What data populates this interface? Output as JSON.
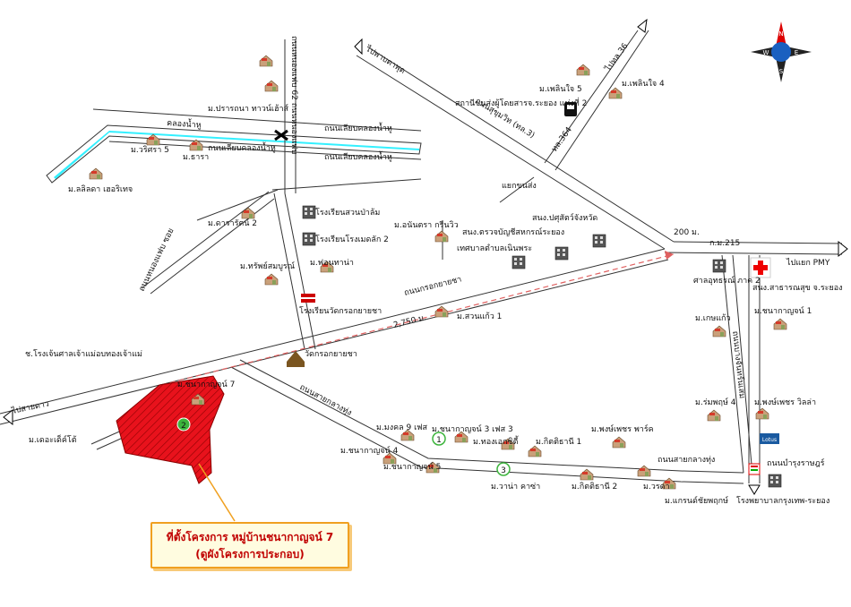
{
  "map": {
    "place_labels": [
      {
        "key": "prarom",
        "text": "ม.ปรารถนา ทาวน์เฮ้าส์"
      },
      {
        "key": "warisra",
        "text": "ม.วริศรา 5"
      },
      {
        "key": "tara",
        "text": "ม.ธารา"
      },
      {
        "key": "lalada",
        "text": "ม.ลลิลดา เฮอริเทจ"
      },
      {
        "key": "lalin5",
        "text": "ม.เพลินใจ 5"
      },
      {
        "key": "lalin4",
        "text": "ม.เพลินใจ 4"
      },
      {
        "key": "bus",
        "text": "สถานีขนส่งผู้โดยสารจ.ระยอง แห่งที่ 2"
      },
      {
        "key": "dararat",
        "text": "ม.ดารารัตน์ 2"
      },
      {
        "key": "sapchok",
        "text": "ม.ทรัพย์สมบูรณ์"
      },
      {
        "key": "fontara",
        "text": "ม.ฟอนทาน่า"
      },
      {
        "key": "school1",
        "text": "โรงเรียนสวนป่าล้ม"
      },
      {
        "key": "school2",
        "text": "โรงเรียนโรงเมดลัก 2"
      },
      {
        "key": "school3",
        "text": "โรงเรียนวัดกรอกยายชา"
      },
      {
        "key": "anantara",
        "text": "ม.อนันตรา กรีนวิว"
      },
      {
        "key": "office1",
        "text": "สนง.ตรวจบัญชีสหกรณ์ระยอง"
      },
      {
        "key": "office2",
        "text": "สนง.ปศุสัตว์จังหวัด"
      },
      {
        "key": "office3",
        "text": "เทศบาลตำบลเนินพระ"
      },
      {
        "key": "court",
        "text": "ศาลอุทธรณ์ ภาค 2"
      },
      {
        "key": "health",
        "text": "สนง.สาธารณสุข จ.ระยอง"
      },
      {
        "key": "suanthong1",
        "text": "ม.สวนแก้ว 1"
      },
      {
        "key": "wat",
        "text": "วัดกรอกยายชา"
      },
      {
        "key": "shrine",
        "text": "ช.โรงเจ้นศาลเจ้าแม่อบทองเจ้าแม่"
      },
      {
        "key": "chanak7",
        "text": "ม.ชนากาญจน์ 7"
      },
      {
        "key": "dekhdee",
        "text": "ม.เดอะเด็ค์โต้"
      },
      {
        "key": "mongkol",
        "text": "ม.มงคล 9 เฟส"
      },
      {
        "key": "chanak3",
        "text": "ม.ชนากาญจน์ 3 เฟส 3"
      },
      {
        "key": "thong",
        "text": "ม.ทองเอกซิตี้"
      },
      {
        "key": "kittitani1",
        "text": "ม.กิตติธานี 1"
      },
      {
        "key": "chanak4",
        "text": "ม.ชนากาญจน์ 4"
      },
      {
        "key": "chanak5",
        "text": "ม.ชนากาญจน์ 5"
      },
      {
        "key": "vana",
        "text": "ม.วาน่า คาซ่า"
      },
      {
        "key": "kittitani2",
        "text": "ม.กิตติธานี 2"
      },
      {
        "key": "phongphet",
        "text": "ม.พงษ์เพชร พาร์ค"
      },
      {
        "key": "warada",
        "text": "ม.วรดา"
      },
      {
        "key": "grand",
        "text": "ม.แกรนด์ชัยพฤกษ์"
      },
      {
        "key": "hospital",
        "text": "โรงพยาบาลกรุงเทพ-ระยอง"
      },
      {
        "key": "kasem",
        "text": "ม.เกษแก้ว"
      },
      {
        "key": "rompruek",
        "text": "ม.ร่มพฤษ์ 4"
      },
      {
        "key": "chanak1",
        "text": "ม.ชนากาญจน์ 1"
      },
      {
        "key": "phongphetvilla",
        "text": "ม.พงษ์เพชร วิลล่า"
      }
    ],
    "road_labels": [
      {
        "key": "klong",
        "text": "คลองน้ำหู"
      },
      {
        "key": "liab1",
        "text": "ถนนเลียบคลองน้ำหู"
      },
      {
        "key": "liab2",
        "text": "ถนนเลียบคลองน้ำหู"
      },
      {
        "key": "liab3",
        "text": "ถนนเลียบคลองน้ำหู"
      },
      {
        "key": "sukhumvit",
        "text": "ถนนสุขุมวิท (ทล.3)"
      },
      {
        "key": "hwy3",
        "text": "ทล.364"
      },
      {
        "key": "to_rayong",
        "text": "ไปพาบตาพุด"
      },
      {
        "key": "to_mhc",
        "text": "ไปทล.36"
      },
      {
        "key": "junction",
        "text": "แยกขนส่ง"
      },
      {
        "key": "krok",
        "text": "ถนนกรอกยายชา"
      },
      {
        "key": "saikla1",
        "text": "ถนนสายกลางทุ่ง"
      },
      {
        "key": "saikla2",
        "text": "ถนนสายกลางทุ่ง"
      },
      {
        "key": "rd62",
        "text": "ถนนหนองแฟบ 62 ถนนหนองแฟบ"
      },
      {
        "key": "nongfab",
        "text": "ถนนหนองแฟบ ซอย"
      },
      {
        "key": "to_sattahip",
        "text": "ไปสายดาว"
      },
      {
        "key": "to_pmy",
        "text": "ไปแยก PMY"
      },
      {
        "key": "bangrak",
        "text": "ถนนบางจันทร์นเสม"
      },
      {
        "key": "chonburi",
        "text": "ถนนบำรุงราษฎร์"
      }
    ],
    "distances": {
      "d1": "200 ม.",
      "d2": "2,750 ม.",
      "d3": "ก.ม.215"
    },
    "markers": [
      "2",
      "1",
      "3"
    ],
    "store_labels": {
      "seven": "7-ELEVEN",
      "lotus": "Lotus"
    },
    "compass": {
      "n": "N",
      "s": "S",
      "e": "E",
      "w": "W"
    },
    "colors": {
      "canal": "#33f0ff",
      "project": "#e8121c",
      "marker": "#3cb43c",
      "callout_border": "#f0a020",
      "route": "#e06060"
    }
  },
  "callout": {
    "line1": "ที่ตั้งโครงการ หมู่บ้านชนากาญจน์ 7",
    "line2": "(ดูผังโครงการประกอบ)"
  }
}
